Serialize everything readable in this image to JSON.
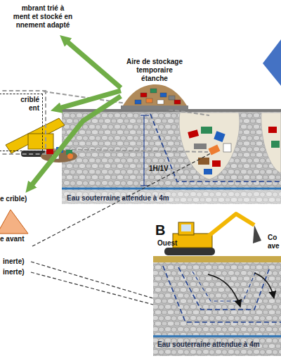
{
  "diagram": {
    "nodes": [
      {
        "text": [
          "mbrant trié à ment et stocké en nnement adapté"
        ]
      },
      {
        "text": [
          "Aire de stockage temporaire étanche"
        ]
      },
      {
        "text": [
          "criblé ent"
        ]
      },
      {
        "text": [
          "e crible)"
        ]
      },
      {
        "text": [
          "e avant"
        ]
      }
    ],
    "edges": [
      {
        "from": 1,
        "to": 0,
        "arrow": "to"
      },
      {
        "from": 1,
        "to": 2,
        "arrow": "to"
      },
      {
        "from": 1,
        "to": 3,
        "arrow": "to"
      }
    ],
    "labels": [
      "1H/1V",
      "Eau souterraine attendue à 4m",
      "B",
      "Ouest",
      "Co ave",
      "inerte)",
      "inerte)",
      "Eau souterraine attendue à 4m"
    ]
  }
}
